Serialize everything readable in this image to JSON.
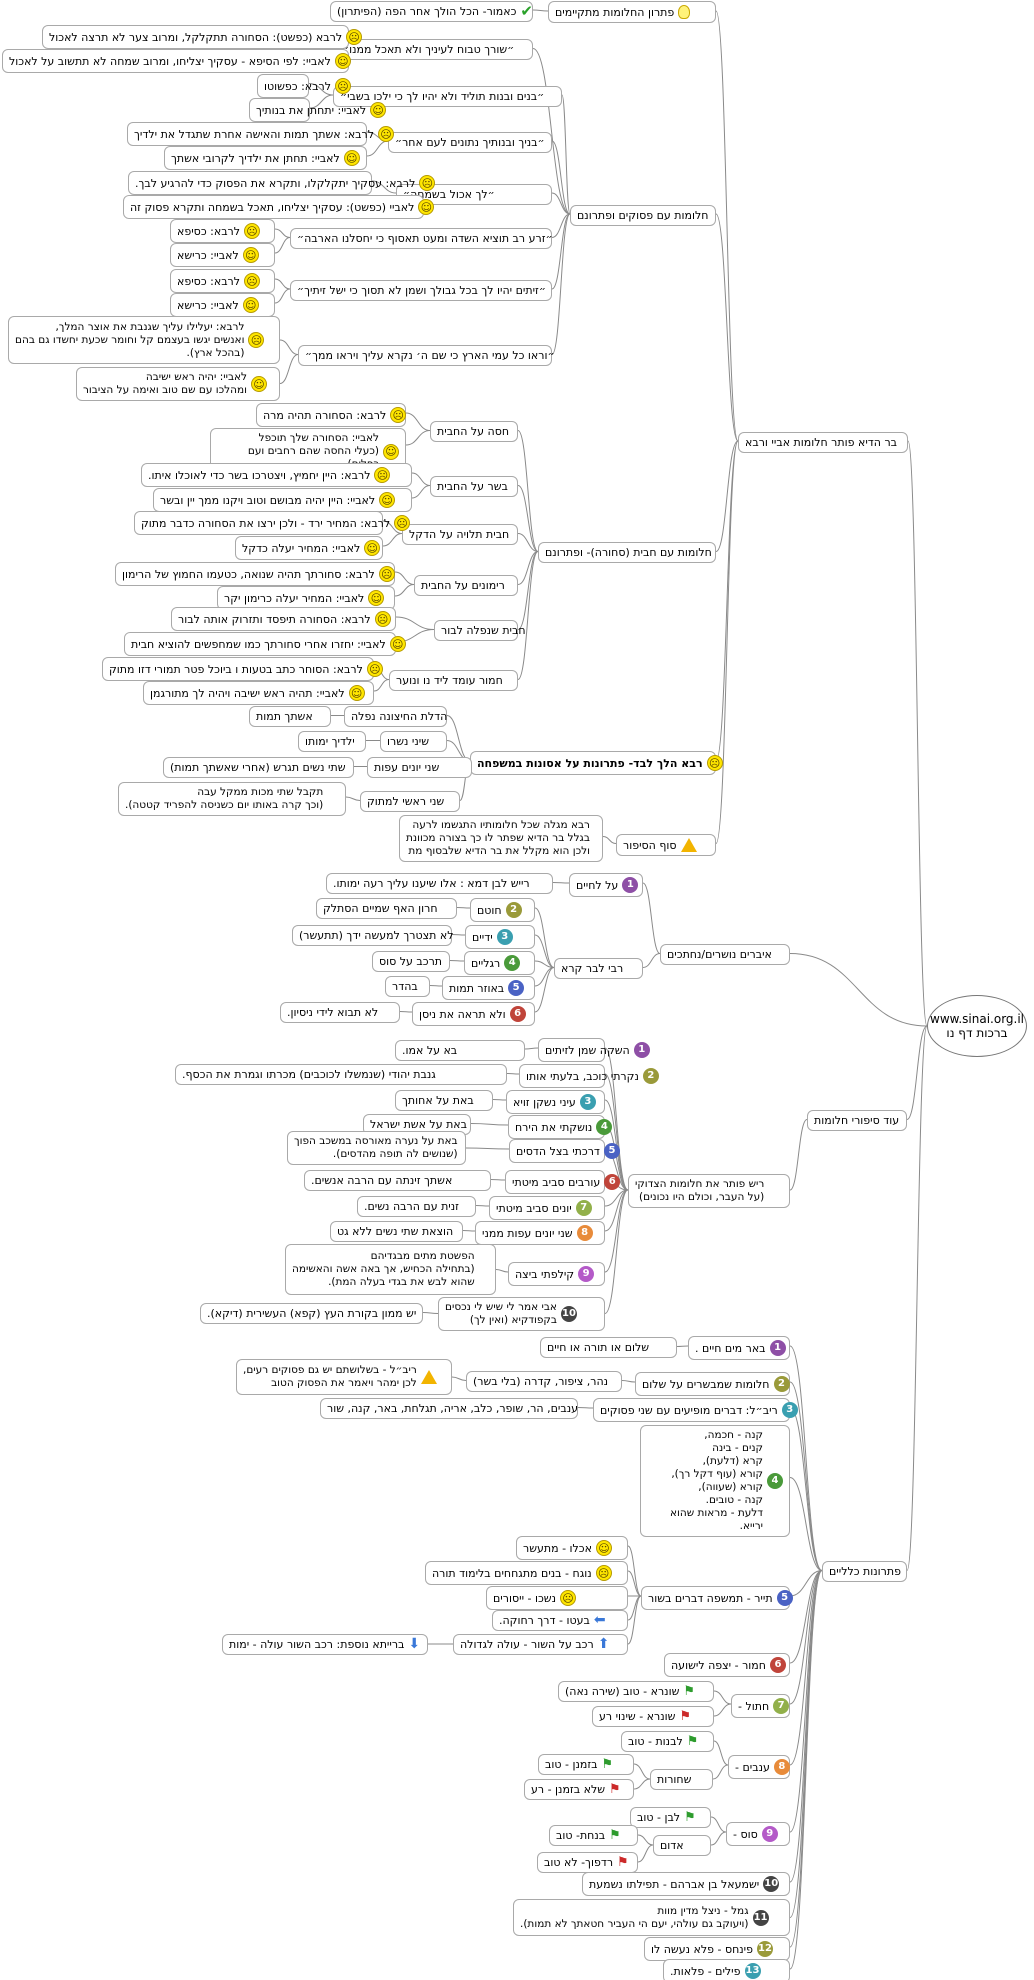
{
  "root": {
    "line1": "www.sinai.org.il",
    "line2": "ברכות דף נו"
  },
  "colors": {
    "purple": "#8e4fa6",
    "olive": "#9a9a3a",
    "teal": "#3a9fb0",
    "green": "#4a9a3a",
    "blue": "#4a62c4",
    "red": "#c0443a",
    "lime": "#92b04a",
    "orange": "#e88b3a",
    "violet": "#b45ac8",
    "black": "#444444"
  },
  "nodes": [
    {
      "id": "n_bar_hedya",
      "text": "בר הדיא פותר חלומות אביי ורבא"
    },
    {
      "id": "n_pesukim",
      "text": "חלומות עם פסוקים ופתרונם"
    },
    {
      "id": "n_pitron_kayam",
      "text": "פתרון החלומות מתקיימים",
      "icon": "bulb"
    },
    {
      "id": "n_kamma",
      "text": "כאמור- הכל הולך אחר הפה (הפיתרון)",
      "icon": "check"
    },
    {
      "id": "n_shorcha",
      "text": "״שורך טבוח לעיניך ולא תאכל ממנו״"
    },
    {
      "id": "n_rava1",
      "text": "לרבא (כפשט): הסחורה תתקלקל, ומרוב צער לא תרצה לאכול",
      "icon": "sad"
    },
    {
      "id": "n_abaye1",
      "text": "לאביי: לפי הסיפא - עסקיך יצליחו, ומרוב שמחה לא תתשוב על לאכול",
      "icon": "happy"
    },
    {
      "id": "n_banim",
      "text": "״בנים ובנות תוליד ולא יהיו לך כי ילכו בשבי״"
    },
    {
      "id": "n_rava2",
      "text": "לרבא: כפשוטו",
      "icon": "sad"
    },
    {
      "id": "n_abaye2",
      "text": "לאביי: יתחתן את בנותיך",
      "icon": "happy"
    },
    {
      "id": "n_banecha",
      "text": "״בניך ובנותיך נתונים לעם אחר״"
    },
    {
      "id": "n_rava3",
      "text": "לרבא: אשתך תמות והאישה אחרת שתגדל את ילדיך",
      "icon": "sad"
    },
    {
      "id": "n_abaye3",
      "text": "לאביי: תחתן את ילדיך לקרובי אשתך",
      "icon": "happy"
    },
    {
      "id": "n_lech",
      "text": "״לך אכול בשמחה״"
    },
    {
      "id": "n_rava4",
      "text": "לרבא: עסקיך יתקלקלו, ותקרא את הפסוק כדי להרגיע לבך.",
      "icon": "sad"
    },
    {
      "id": "n_abaye4",
      "text": "לאביי (כפשט): עסקיך יצליחו, תאכל בשמחה ותקרא פסוק זה",
      "icon": "happy"
    },
    {
      "id": "n_zera",
      "text": "״זרע רב תוציא השדה ומעט תאסוף כי יחסלנו הארבה״"
    },
    {
      "id": "n_rava5",
      "text": "לרבא: כסיפא",
      "icon": "sad"
    },
    {
      "id": "n_abaye5",
      "text": "לאביי: כרישא",
      "icon": "happy"
    },
    {
      "id": "n_zeitim",
      "text": "״זיתים יהיו לך בכל גבולך ושמן לא תסוך כי ישל זיתיך״"
    },
    {
      "id": "n_rava6",
      "text": "לרבא: כסיפא",
      "icon": "sad"
    },
    {
      "id": "n_abaye6",
      "text": "לאביי: כרישא",
      "icon": "happy"
    },
    {
      "id": "n_raou",
      "text": "״וראו כל עמי הארץ כי שם ה׳ נקרא עליך ויראו ממך״"
    },
    {
      "id": "n_rava7",
      "text": "לרבא: יעלילו עליך שגנבת את אוצר המלך,\nואנשים יגשו בעצמם קל וחומר שכעת יחשדו גם בהם\n(בהכל ארץ).",
      "icon": "sad",
      "ml": true
    },
    {
      "id": "n_abaye7",
      "text": "לאביי: יהיה ראש ישיבה\nומהלכו עם שם טוב ואימה על הציבור",
      "icon": "happy",
      "ml": true
    },
    {
      "id": "n_tevot",
      "text": "חלומות עם חבית (סחורה)- ופתרונם"
    },
    {
      "id": "n_chasa",
      "text": "חסה על החבית"
    },
    {
      "id": "n_rava8",
      "text": "לרבא: הסחורה תהיה מרה",
      "icon": "sad"
    },
    {
      "id": "n_abaye8",
      "text": "לאביי: הסחורה שלך תוכפל\n(כעלי החסה שהם רחבים ועם כפלים)",
      "icon": "happy",
      "ml": true
    },
    {
      "id": "n_basar",
      "text": "בשר על החבית"
    },
    {
      "id": "n_rava9",
      "text": "לרבא: היין יחמיץ, ויצטרכו בשר כדי לאוכלו איתו.",
      "icon": "sad"
    },
    {
      "id": "n_abaye9",
      "text": "לאביי: היין יהיה מבושם וטוב ויקנו ממך יין ובשר",
      "icon": "happy"
    },
    {
      "id": "n_tluya",
      "text": "חבית תלויה על הדקל"
    },
    {
      "id": "n_rava10",
      "text": "לרבא: המחיר ירד - ולכן ירצו את הסחורה כדבר מתוק",
      "icon": "sad"
    },
    {
      "id": "n_abaye10",
      "text": "לאביי: המחיר יעלה כדקל",
      "icon": "happy"
    },
    {
      "id": "n_rimonim",
      "text": "רימונים על החבית"
    },
    {
      "id": "n_rava11",
      "text": "לרבא: סחורתך תהיה שנואה, כטעמו החמוץ של הרימון",
      "icon": "sad"
    },
    {
      "id": "n_abaye11",
      "text": "לאביי: המחיר יעלה כרימון יקר",
      "icon": "happy"
    },
    {
      "id": "n_nafla",
      "text": "חבית שנפלה לבור"
    },
    {
      "id": "n_rava12",
      "text": "לרבא: הסחורה תיפסד ותזרוק אותה לבור",
      "icon": "sad"
    },
    {
      "id": "n_abaye12",
      "text": "לאביי: יחזרו אחרי סחורתך כמו שמחפשים להוציא חבית",
      "icon": "happy"
    },
    {
      "id": "n_chamor",
      "text": "חמור עומד ליד נו ונוער"
    },
    {
      "id": "n_rava13",
      "text": "לרבא: הסוחר כתב בטעות ו ביוכל פטר תמורי דזו מתוק",
      "icon": "sad"
    },
    {
      "id": "n_abaye13",
      "text": "לאביי: תהיה ראש ישיבה ויהיה לך מתורגמן",
      "icon": "happy"
    },
    {
      "id": "n_rava_halach",
      "text": "רבא הלך לבד- פתרונות על אסונות במשפחה",
      "icon": "sad2",
      "bold": true
    },
    {
      "id": "n_delet",
      "text": "הדלת החיצונה נפלה"
    },
    {
      "id": "n_delet_r",
      "text": "אשתך תמות"
    },
    {
      "id": "n_shinayim",
      "text": "שיני נשרו"
    },
    {
      "id": "n_shinayim_r",
      "text": "ילדיך ימותו"
    },
    {
      "id": "n_yonim",
      "text": "שני יונים עפות"
    },
    {
      "id": "n_yonim_r",
      "text": "שתי נשים תגרש (אחרי שאשתך תמות)"
    },
    {
      "id": "n_gulgolet",
      "text": "שני ראשי למתוק"
    },
    {
      "id": "n_gulgolet_r",
      "text": "תקבל שתי מכות ממקל עבה\n(וכך קרה באותו יום כשניסה להפריד קטטה).",
      "ml": true
    },
    {
      "id": "n_sof",
      "text": "סוף הסיפור",
      "icon": "warn"
    },
    {
      "id": "n_sof_r",
      "text": "רבא מגלה שכל חלומותיו התגשמו לרעה\nבגלל בר הדיא שפתר לו כך בצורה מכוונת\nולכן הוא מקלל את בר הדיא שלבסוף מת",
      "ml": true
    },
    {
      "id": "n_evarim",
      "text": "איברים נושרים/נחתכים"
    },
    {
      "id": "n_rabi_liber",
      "text": "רבי לבר קרא"
    },
    {
      "id": "n_al_chayim",
      "text": "על לחיים",
      "num": "1",
      "color": "purple"
    },
    {
      "id": "n_al_chayim_r",
      "text": "רייש לבן דמא : אלו שיענו עליך רעה ימותו."
    },
    {
      "id": "n_chotem",
      "text": "חוטם",
      "num": "2",
      "color": "olive"
    },
    {
      "id": "n_chotem_r",
      "text": "חרון האף שמיים הסתלק"
    },
    {
      "id": "n_yadayim",
      "text": "ידיים",
      "num": "3",
      "color": "teal"
    },
    {
      "id": "n_yadayim_r",
      "text": "לא תצטרך למעשה ידך (תתעשר)"
    },
    {
      "id": "n_raglayim",
      "text": "רגליים",
      "num": "4",
      "color": "green"
    },
    {
      "id": "n_raglayim_r",
      "text": "תרכב על סוס"
    },
    {
      "id": "n_ozen",
      "text": "באוזר תמות",
      "num": "5",
      "color": "blue"
    },
    {
      "id": "n_ozen_r",
      "text": "בהדר"
    },
    {
      "id": "n_ar",
      "text": "ולא תראה את ניסן",
      "num": "6",
      "color": "red"
    },
    {
      "id": "n_ar_r",
      "text": "לא תבוא לידי ניסיון."
    },
    {
      "id": "n_od_sipurei",
      "text": "עוד סיפורי חלומות"
    },
    {
      "id": "n_resh",
      "text": "ריש פותר את חלומות הצדוקי\n(על העבר, וכולם היו נכונים)",
      "ml": true
    },
    {
      "id": "n_h1",
      "text": "השקה שמן לזיתים",
      "num": "1",
      "color": "purple"
    },
    {
      "id": "n_h1_r",
      "text": "בא על אמו."
    },
    {
      "id": "n_h2",
      "text": "נקרתי כוכב, בלעתי אותו",
      "num": "2",
      "color": "olive"
    },
    {
      "id": "n_h2_r",
      "text": "גנבת יהודי (שנמשלו לכוכבים) מכרתו וגמרת את הכסף."
    },
    {
      "id": "n_h3",
      "text": "עיני נשקן זויא",
      "num": "3",
      "color": "teal"
    },
    {
      "id": "n_h3_r",
      "text": "באת על אחותך"
    },
    {
      "id": "n_h4",
      "text": "נושקתי את הירח",
      "num": "4",
      "color": "green"
    },
    {
      "id": "n_h4_r",
      "text": "באת על אשת ישראל"
    },
    {
      "id": "n_h5",
      "text": "דרכתי בצל הדסים",
      "num": "5",
      "color": "blue"
    },
    {
      "id": "n_h5_r",
      "text": "באת על נערה מאורסה במשכב הפוך\n(שנושים לה תופה מהדסים).",
      "ml": true
    },
    {
      "id": "n_h6",
      "text": "עורבים סביב מיטתי",
      "num": "6",
      "color": "red"
    },
    {
      "id": "n_h6_r",
      "text": "אשתך זינתה עם הרבה אנשים."
    },
    {
      "id": "n_h7",
      "text": "יונים סביב מיטתי",
      "num": "7",
      "color": "lime"
    },
    {
      "id": "n_h7_r",
      "text": "זנית עם הרבה נשים."
    },
    {
      "id": "n_h8",
      "text": "שני יונים עפות ממני",
      "num": "8",
      "color": "orange"
    },
    {
      "id": "n_h8_r",
      "text": "הוצאת שתי נשים ללא גט"
    },
    {
      "id": "n_h9",
      "text": "קילפתי ביצה",
      "num": "9",
      "color": "violet"
    },
    {
      "id": "n_h9_r",
      "text": "הפשטת מתים מבגדיהם\n(בתחילה הכחיש, אך באה אשה והאשימה\nשהוא לבש את בגדי בעלה המת).",
      "ml": true
    },
    {
      "id": "n_h10",
      "text": "אבי אמר לי שיש לי נכסים\nבקפודקיא (ואין לך)",
      "num": "10",
      "color": "black",
      "ml": true
    },
    {
      "id": "n_h10_r",
      "text": "יש ממון בקורת העץ (קפא) העשירית (דיקא)."
    },
    {
      "id": "n_pitronot",
      "text": "פתרונות כלליים"
    },
    {
      "id": "n_g1",
      "text": "באר מים חיים .",
      "num": "1",
      "color": "purple"
    },
    {
      "id": "n_g1_r",
      "text": "שלום או תורה או חיים"
    },
    {
      "id": "n_g2",
      "text": "חלומות שמבשרים על שלום",
      "num": "2",
      "color": "olive"
    },
    {
      "id": "n_g2_r",
      "text": "נהר, ציפור, קדרה (בלי בשר)"
    },
    {
      "id": "n_g2_rr",
      "text": "ריב״ל - בשלושתם יש גם פסוקים רעים,\nלכן ימהר ויאמר את הפסוק הטוב",
      "icon": "warn",
      "ml": true
    },
    {
      "id": "n_g3",
      "text": "ריב״ל: דברים מופיעים עם שני פסוקים",
      "num": "3",
      "color": "teal"
    },
    {
      "id": "n_g3_r",
      "text": "ענבים, הר, שופר, כלב, אריה, תגלחת, באר, קנה, שור"
    },
    {
      "id": "n_g4",
      "text": "קנה - חכמה,\nקנים - בינה\nקרא (דלעת),\nקורא (עוף דקל רך),\nקורא (שעווה),\nקנה - טובים.\nדלעת - מראות שהוא ירייא.",
      "num": "4",
      "color": "green",
      "ml": true
    },
    {
      "id": "n_g5",
      "text": "תייר - תמשפה דברים בשור",
      "num": "5",
      "color": "blue"
    },
    {
      "id": "n_g5a",
      "text": "אכלו - מתעשר",
      "icon": "happy"
    },
    {
      "id": "n_g5b",
      "text": "נוגח - בנים מתגחחים בלימוד תורה",
      "icon": "sad"
    },
    {
      "id": "n_g5c",
      "text": "נשכו - ייסורים",
      "icon": "sad"
    },
    {
      "id": "n_g5d",
      "text": "בעטו - דרך רחוקה.",
      "icon": "arrowL"
    },
    {
      "id": "n_g5e",
      "text": "רכב על השור - עולה לגדולה",
      "icon": "arrowU"
    },
    {
      "id": "n_g5e_r",
      "text": "ברייתא נוספת: רכב השור עולה - ימות",
      "icon": "arrowD"
    },
    {
      "id": "n_g6",
      "text": "חמור - יצפה לישועה",
      "num": "6",
      "color": "red"
    },
    {
      "id": "n_g7",
      "text": "חתול -",
      "num": "7",
      "color": "lime"
    },
    {
      "id": "n_g7a",
      "text": "שונרא - טוב (שירה נאה)",
      "icon": "flagG"
    },
    {
      "id": "n_g7b",
      "text": "שונרא - שינוי רע",
      "icon": "flagR"
    },
    {
      "id": "n_g8",
      "text": "ענבים -",
      "num": "8",
      "color": "orange"
    },
    {
      "id": "n_g8a",
      "text": "לבנות - טוב",
      "icon": "flagG"
    },
    {
      "id": "n_g8b",
      "text": "שחורות"
    },
    {
      "id": "n_g8b1",
      "text": "בזמנן - טוב",
      "icon": "flagG"
    },
    {
      "id": "n_g8b2",
      "text": "שלא בזמנן - רע",
      "icon": "flagR"
    },
    {
      "id": "n_g9",
      "text": "סוס -",
      "num": "9",
      "color": "violet"
    },
    {
      "id": "n_g9a",
      "text": "לבן - טוב",
      "icon": "flagG"
    },
    {
      "id": "n_g9b",
      "text": "אדום"
    },
    {
      "id": "n_g9b1",
      "text": "בנחת- טוב",
      "icon": "flagG"
    },
    {
      "id": "n_g9b2",
      "text": "רדפוך- לא טוב",
      "icon": "flagR"
    },
    {
      "id": "n_g10",
      "text": "ישמעאל בן אברהם - תפילתו נשמעת",
      "num": "10",
      "color": "black"
    },
    {
      "id": "n_g11",
      "text": "גמל - ניצל מדין מוות\n(ויעוקב גם עולהי, יעם הי העביר חטאתך לא תמות).",
      "num": "11",
      "color": "black",
      "ml": true
    },
    {
      "id": "n_g12",
      "text": "פינחס - פלא נעשה לו",
      "num": "12",
      "color": "olive"
    },
    {
      "id": "n_g13",
      "text": "פילים - פלאות.",
      "num": "13",
      "color": "teal"
    }
  ]
}
